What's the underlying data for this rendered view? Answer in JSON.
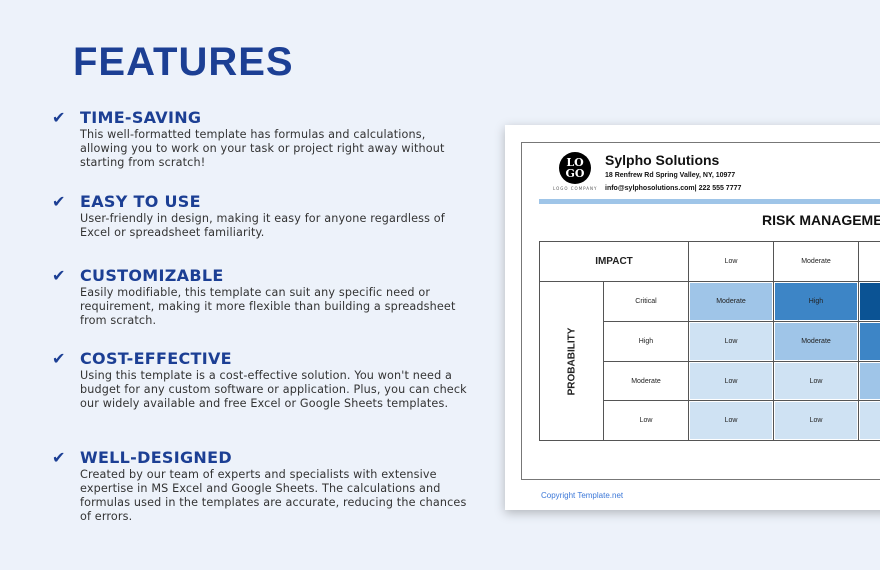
{
  "heading": "FEATURES",
  "features": [
    {
      "title": "TIME-SAVING",
      "text": "This well-formatted template has formulas and calculations, allowing you to work on your task or project right away without starting from scratch!"
    },
    {
      "title": "EASY TO USE",
      "text": "User-friendly in design, making it easy for anyone regardless of Excel or spreadsheet familiarity."
    },
    {
      "title": "CUSTOMIZABLE",
      "text": "Easily modifiable, this template can suit any specific need or requirement, making it more flexible than building a spreadsheet from scratch."
    },
    {
      "title": "COST-EFFECTIVE",
      "text": "Using this template is a cost-effective solution. You won't need a budget for any custom software or application. Plus, you can check our widely available and free Excel or Google Sheets templates."
    },
    {
      "title": "WELL-DESIGNED",
      "text": "Created by our team of experts and specialists with extensive expertise in MS Excel and Google Sheets. The calculations and formulas used in the templates are accurate, reducing the chances of errors."
    }
  ],
  "doc": {
    "logo": "LO GO",
    "logo_sub": "LOGO COMPANY",
    "company": "Sylpho Solutions",
    "address": "18 Renfrew Rd Spring Valley, NY, 10977",
    "contact": "info@sylphosolutions.com| 222 555 7777",
    "title": "RISK MANAGEME",
    "impact_label": "IMPACT",
    "probability_label": "PROBABILITY",
    "impact_cols": [
      "Low",
      "Moderate",
      ""
    ],
    "rows": [
      {
        "label": "Critical",
        "cells": [
          "Moderate",
          "High",
          ""
        ]
      },
      {
        "label": "High",
        "cells": [
          "Low",
          "Moderate",
          ""
        ]
      },
      {
        "label": "Moderate",
        "cells": [
          "Low",
          "Low",
          ""
        ]
      },
      {
        "label": "Low",
        "cells": [
          "Low",
          "Low",
          ""
        ]
      }
    ],
    "cell_colors": [
      [
        "#9fc5e8",
        "#3d85c6",
        "#0b5394"
      ],
      [
        "#cfe2f3",
        "#9fc5e8",
        "#3d85c6"
      ],
      [
        "#cfe2f3",
        "#cfe2f3",
        "#9fc5e8"
      ],
      [
        "#cfe2f3",
        "#cfe2f3",
        "#cfe2f3"
      ]
    ],
    "copyright": "Copyright Template.net"
  }
}
